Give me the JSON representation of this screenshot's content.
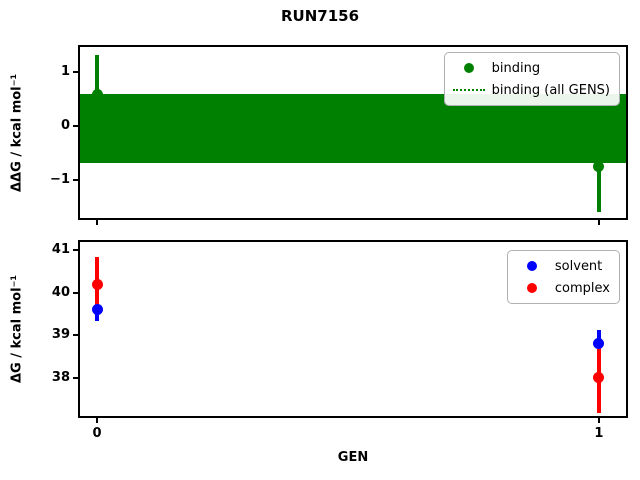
{
  "title": "RUN7156",
  "colors": {
    "binding": "#008000",
    "solvent": "#0000ff",
    "complex": "#ff0000",
    "axes": "#000000",
    "legend_border": "#b0b0b0",
    "background": "#ffffff"
  },
  "chart_data": [
    {
      "type": "scatter",
      "name": "binding-panel",
      "ylabel": "ΔΔG / kcal mol⁻¹",
      "xlim": [
        -0.034,
        1.054
      ],
      "ylim": [
        -1.71,
        1.455
      ],
      "grid": false,
      "legend_position": "upper right",
      "yticks": [
        {
          "value": 1,
          "label": "1"
        },
        {
          "value": 0,
          "label": "0"
        },
        {
          "value": -1,
          "label": "−1"
        }
      ],
      "xticks": [
        {
          "value": 0,
          "label": ""
        },
        {
          "value": 1,
          "label": ""
        }
      ],
      "band": {
        "lo": -0.69,
        "hi": 0.58,
        "color": "#008000",
        "label": "binding (all GENS)"
      },
      "series": [
        {
          "name": "binding",
          "color": "#008000",
          "x": [
            0,
            1
          ],
          "y": [
            0.58,
            -0.75
          ],
          "yerr": [
            0.72,
            0.85
          ]
        }
      ],
      "legend": [
        {
          "label": "binding",
          "marker": "dot",
          "color": "#008000"
        },
        {
          "label": "binding (all GENS)",
          "marker": "dotted-line",
          "color": "#008000"
        }
      ]
    },
    {
      "type": "scatter",
      "name": "dg-panel",
      "ylabel": "ΔG / kcal mol⁻¹",
      "xlabel": "GEN",
      "xlim": [
        -0.034,
        1.054
      ],
      "ylim": [
        37.1,
        41.2
      ],
      "grid": false,
      "legend_position": "upper right",
      "yticks": [
        {
          "value": 41,
          "label": "41"
        },
        {
          "value": 40,
          "label": "40"
        },
        {
          "value": 39,
          "label": "39"
        },
        {
          "value": 38,
          "label": "38"
        }
      ],
      "xticks": [
        {
          "value": 0,
          "label": "0"
        },
        {
          "value": 1,
          "label": "1"
        }
      ],
      "series": [
        {
          "name": "solvent",
          "color": "#0000ff",
          "x": [
            0,
            1
          ],
          "y": [
            39.6,
            38.8
          ],
          "yerr": [
            0.25,
            0.33
          ]
        },
        {
          "name": "complex",
          "color": "#ff0000",
          "x": [
            0,
            1
          ],
          "y": [
            40.2,
            38.0
          ],
          "yerr": [
            0.65,
            0.82
          ]
        }
      ],
      "legend": [
        {
          "label": "solvent",
          "marker": "dot",
          "color": "#0000ff"
        },
        {
          "label": "complex",
          "marker": "dot",
          "color": "#ff0000"
        }
      ]
    }
  ]
}
